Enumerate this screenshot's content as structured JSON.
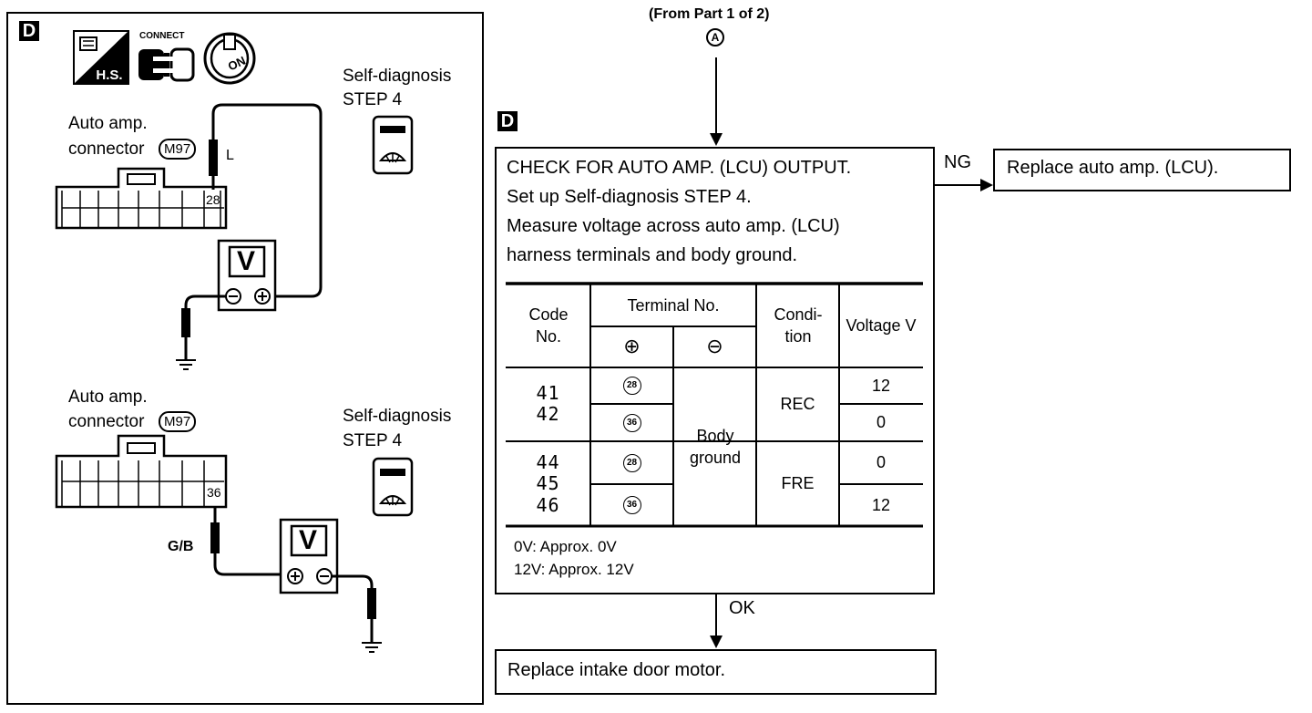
{
  "left_panel": {
    "label_d": "D",
    "icons": {
      "hs_label": "H.S.",
      "connect_label": "CONNECT",
      "ignition_label": "ON"
    },
    "top": {
      "connector_line1": "Auto  amp.",
      "connector_line2": "connector",
      "connector_code": "M97",
      "wire_color": "L",
      "terminal": "28",
      "meter_symbol": "V",
      "self_diag_line1": "Self-diagnosis",
      "self_diag_line2": "STEP  4"
    },
    "bottom": {
      "connector_line1": "Auto  amp.",
      "connector_line2": "connector",
      "connector_code": "M97",
      "wire_color": "G/B",
      "terminal": "36",
      "meter_symbol": "V",
      "self_diag_line1": "Self-diagnosis",
      "self_diag_line2": "STEP  4"
    }
  },
  "flow": {
    "from_part": "(From Part 1 of 2)",
    "connector_a": "A",
    "label_d": "D",
    "check": {
      "line1": "CHECK FOR AUTO AMP. (LCU) OUTPUT.",
      "line2": "Set up Self-diagnosis STEP 4.",
      "line3": "Measure voltage across auto amp. (LCU)",
      "line4": "harness terminals and body ground."
    },
    "table": {
      "headers": {
        "code": "Code No.",
        "terminal": "Terminal No.",
        "plus": "⊕",
        "minus": "⊖",
        "condition": "Condi- tion",
        "voltage": "Voltage V"
      },
      "group1": {
        "codes": "41\n42",
        "term_a": "28",
        "term_b": "36",
        "condition": "REC",
        "volt_a": "12",
        "volt_b": "0"
      },
      "group2": {
        "codes": "44\n45\n46",
        "term_a": "28",
        "term_b": "36",
        "condition": "FRE",
        "volt_a": "0",
        "volt_b": "12"
      },
      "minus_terminal": "Body ground",
      "note1": "0V: Approx. 0V",
      "note2": "12V: Approx. 12V"
    },
    "ng_label": "NG",
    "ng_result": "Replace auto amp. (LCU).",
    "ok_label": "OK",
    "ok_result": "Replace intake door motor."
  }
}
